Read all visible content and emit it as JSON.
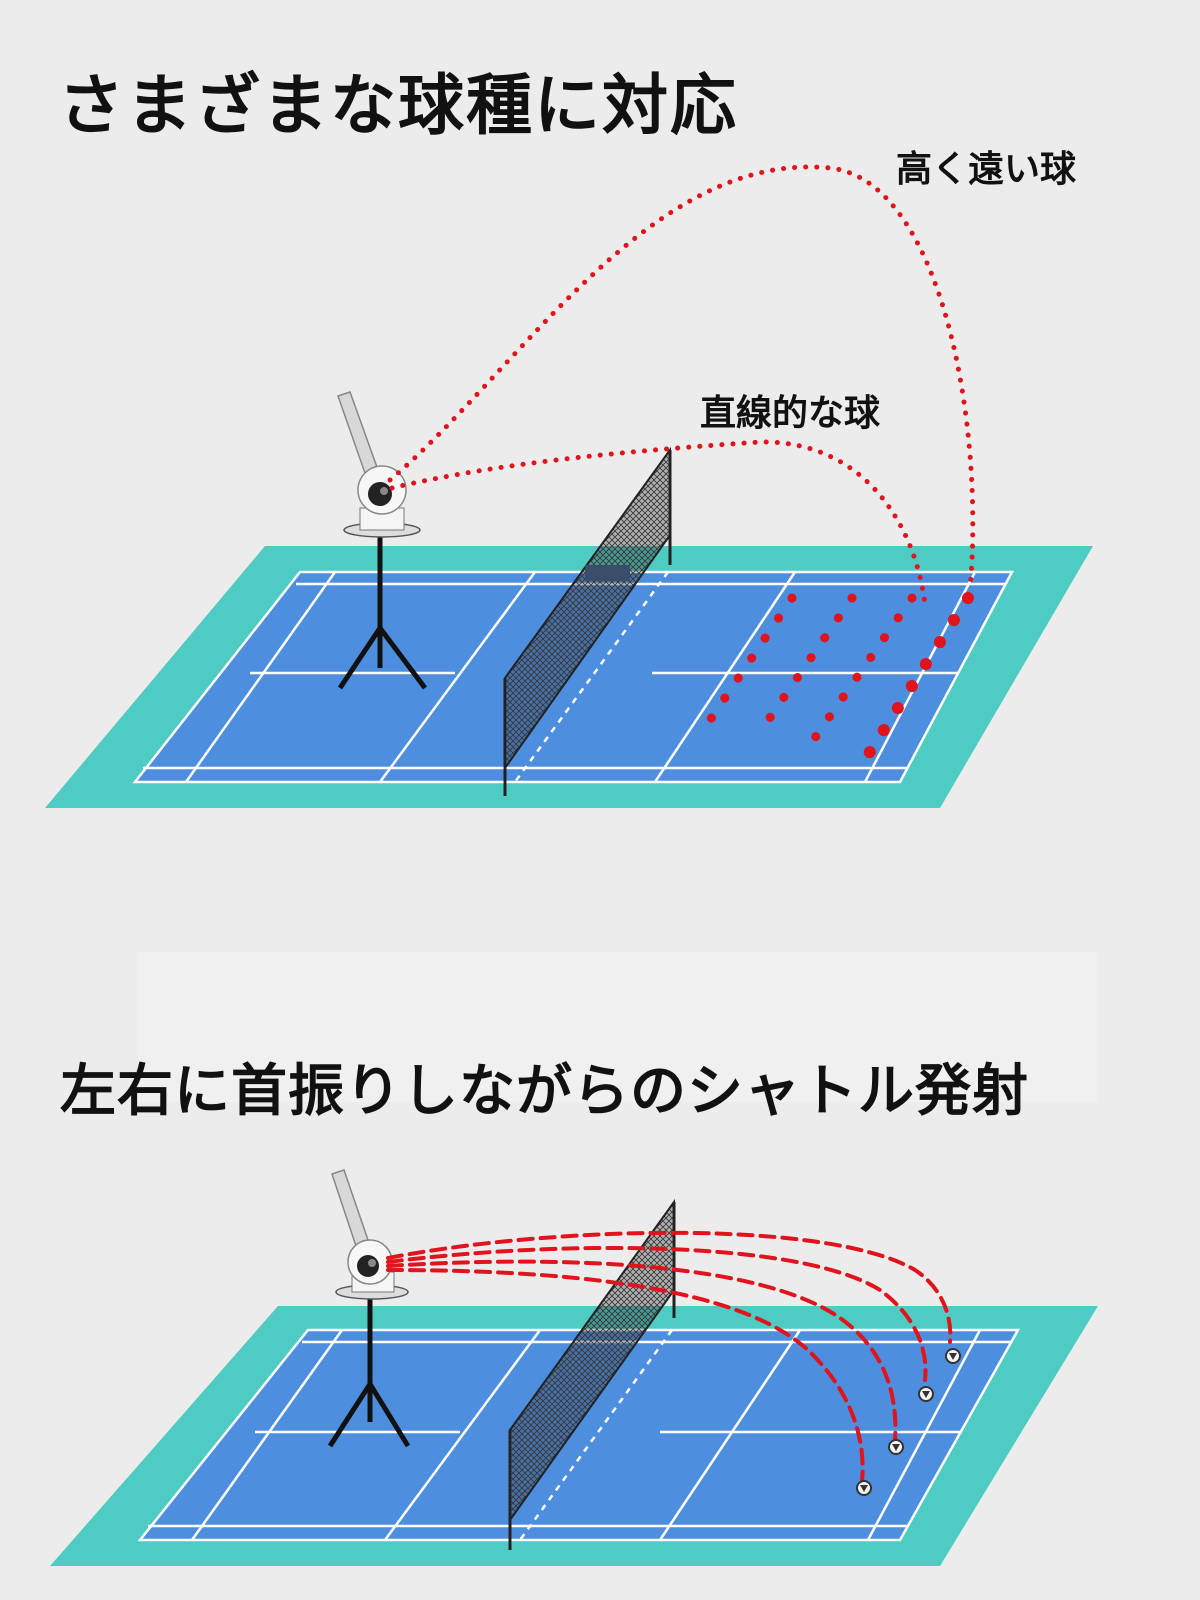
{
  "sections": [
    {
      "title": "さまざまな球種に対応",
      "labels": {
        "high_far": "高く遠い球",
        "straight": "直線的な球"
      }
    },
    {
      "title": "左右に首振りしながらのシャトル発射"
    }
  ],
  "colors": {
    "background": "#ececec",
    "court_outer": "#4ecbc2",
    "court_inner": "#4d8ede",
    "court_lines": "#ffffff",
    "trajectory": "#e0141c",
    "net": "#333333"
  }
}
